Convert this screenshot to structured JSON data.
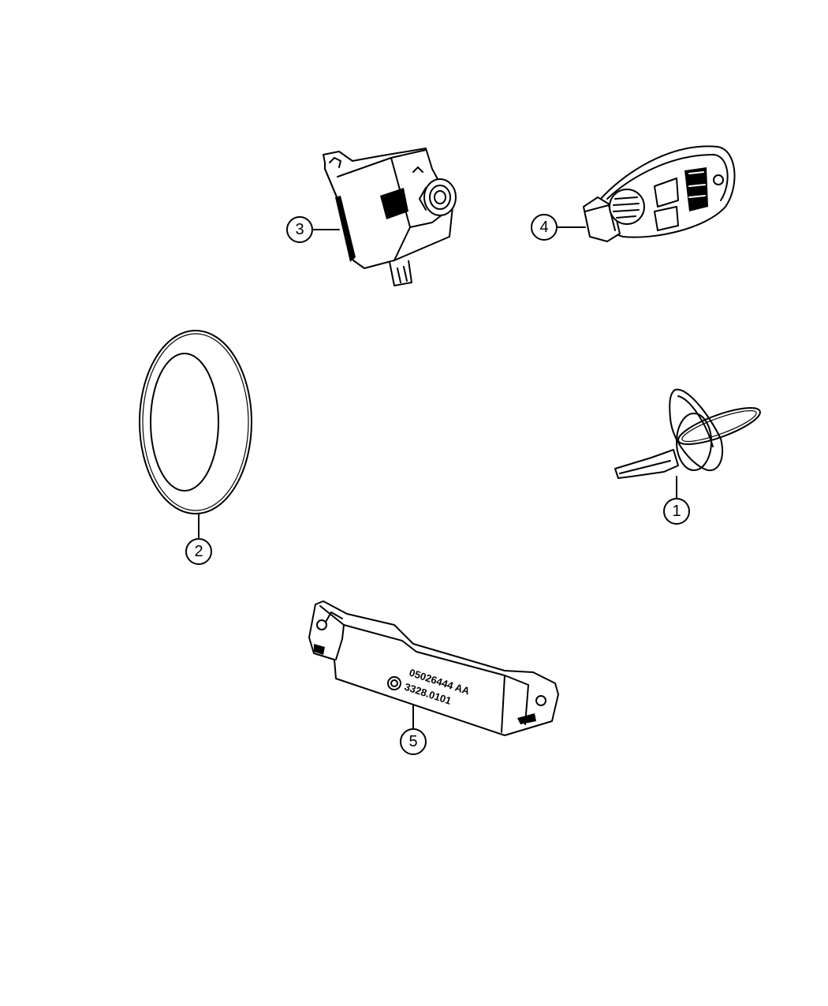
{
  "callouts": {
    "key_blank": "1",
    "bezel_ring": "2",
    "ignition_switch": "3",
    "key_fob": "4",
    "immobilizer_module": "5"
  },
  "module_label": {
    "part_number": "05026444 AA",
    "code": "3328.0101"
  }
}
